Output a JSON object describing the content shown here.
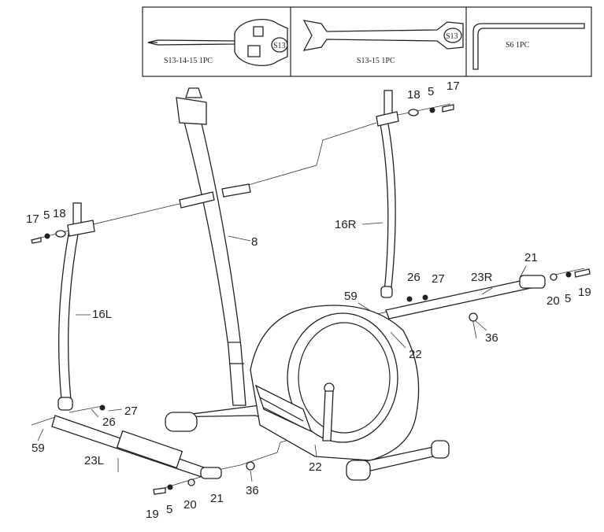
{
  "tools": [
    {
      "caption": "S13-14-15 1PC",
      "mark": "S13"
    },
    {
      "caption": "S13-15 1PC",
      "mark": "S13"
    },
    {
      "caption": "S6  1PC"
    }
  ],
  "parts": {
    "p17_right": "17",
    "p5_right": "5",
    "p18_right": "18",
    "p17_left": "17",
    "p5_left": "5",
    "p18_left": "18",
    "p16r": "16R",
    "p16l": "16L",
    "p8": "8",
    "p21_top": "21",
    "p26_top": "26",
    "p27_top": "27",
    "p23r": "23R",
    "p59_top": "59",
    "p20_top": "20",
    "p5_top": "5",
    "p19_top": "19",
    "p36_top": "36",
    "p22_top": "22",
    "p27_bot": "27",
    "p26_bot": "26",
    "p59_bot": "59",
    "p23l": "23L",
    "p22_bot": "22",
    "p36_bot": "36",
    "p19_bot": "19",
    "p5_bot": "5",
    "p20_bot": "20",
    "p21_bot": "21"
  }
}
